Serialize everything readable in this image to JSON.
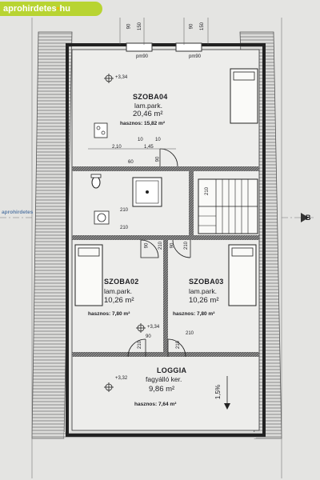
{
  "watermark": {
    "left": "aprohirdetes",
    "dot": "•",
    "right": "hu"
  },
  "side_watermark": "aprohirdetes",
  "marker": "B",
  "rooms": [
    {
      "name": "SZOBA04",
      "floor": "lam.park.",
      "area": "20,46 m²",
      "usable": "hasznos: 15,82 m²"
    },
    {
      "name": "SZOBA02",
      "floor": "lam.park.",
      "area": "10,26 m²",
      "usable": "hasznos: 7,80 m²"
    },
    {
      "name": "SZOBA03",
      "floor": "lam.park.",
      "area": "10,26 m²",
      "usable": "hasznos: 7,80 m²"
    },
    {
      "name": "LOGGIA",
      "floor": "fagyálló ker.",
      "area": "9,86 m²",
      "usable": "hasznos: 7,64 m²"
    }
  ],
  "levels": [
    "+3,34",
    "+3,34",
    "+3,32"
  ],
  "slope": "1,5%",
  "dims": {
    "top_left_a": "90",
    "top_left_b": "150",
    "top_right_a": "90",
    "top_right_b": "150",
    "pm_left": "pm90",
    "pm_right": "pm90",
    "d210a": "2,10",
    "d10a": "10",
    "d10b": "10",
    "d145": "1,45",
    "d60": "60",
    "d90a": "90",
    "d210b": "210",
    "d210c": "210",
    "d210d": "210",
    "d90b": "90",
    "d210e": "210",
    "d90c": "90",
    "d210f": "210",
    "d90d": "90",
    "d210g": "210",
    "d210h": "210",
    "d210i": "210"
  }
}
